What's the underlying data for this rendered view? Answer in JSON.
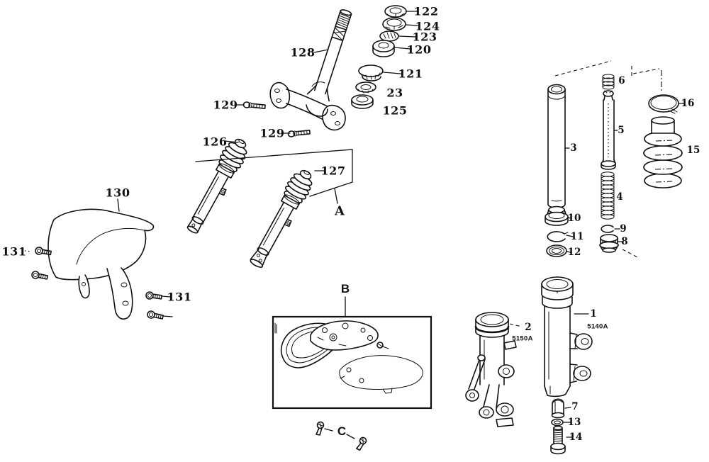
{
  "colors": {
    "ink": "#111111",
    "background": "#ffffff"
  },
  "labels": {
    "122": "122",
    "124": "124",
    "123": "123",
    "120": "120",
    "121": "121",
    "23": "23",
    "125": "125",
    "128": "128",
    "129": "129",
    "126": "126",
    "127": "127",
    "130": "130",
    "131": "131",
    "A": "A",
    "B": "B",
    "C": "C",
    "1": "1",
    "2": "2",
    "3": "3",
    "4": "4",
    "5": "5",
    "6": "6",
    "7": "7",
    "8": "8",
    "9": "9",
    "10": "10",
    "11": "11",
    "12": "12",
    "13": "13",
    "14": "14",
    "15": "15",
    "16": "16",
    "5150A": "5150A",
    "5140A": "5140A"
  }
}
